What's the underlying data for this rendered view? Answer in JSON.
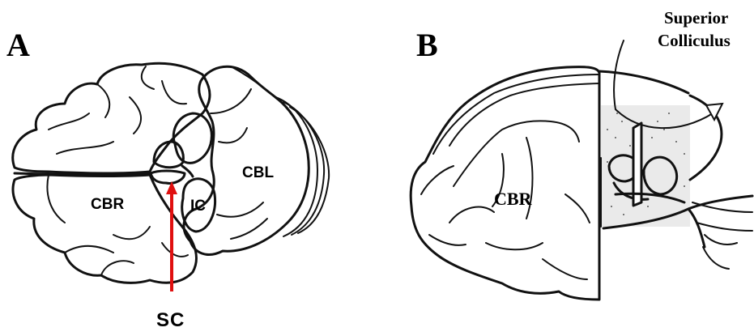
{
  "panel_a": {
    "letter": "A",
    "labels": {
      "cbr": "CBR",
      "cbl": "CBL",
      "ic": "IC",
      "sc": "SC"
    },
    "arrow_color": "#e01010"
  },
  "panel_b": {
    "letter": "B",
    "labels": {
      "cbr": "CBR",
      "superior": "Superior",
      "colliculus": "Colliculus"
    }
  }
}
